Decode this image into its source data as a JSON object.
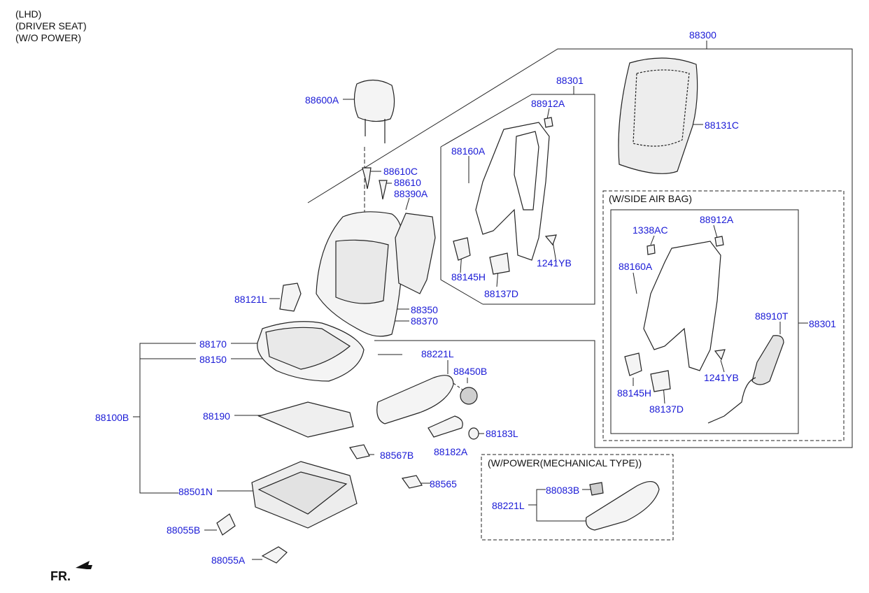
{
  "notes": {
    "lhd": "(LHD)",
    "driver_seat": "(DRIVER SEAT)",
    "wo_power": "(W/O POWER)",
    "side_airbag": "(W/SIDE AIR BAG)",
    "power_mech": "(W/POWER(MECHANICAL TYPE))",
    "fr": "FR."
  },
  "parts": {
    "p88300": "88300",
    "p88301_top": "88301",
    "p88912A_top": "88912A",
    "p88160A_top": "88160A",
    "p88145H_top": "88145H",
    "p88137D_top": "88137D",
    "p1241YB_top": "1241YB",
    "p88131C": "88131C",
    "p88600A": "88600A",
    "p88610C": "88610C",
    "p88610": "88610",
    "p88390A": "88390A",
    "p88121L": "88121L",
    "p88350": "88350",
    "p88370": "88370",
    "p88170": "88170",
    "p88150": "88150",
    "p88100B": "88100B",
    "p88190": "88190",
    "p88501N": "88501N",
    "p88055B": "88055B",
    "p88055A": "88055A",
    "p88221L": "88221L",
    "p88450B": "88450B",
    "p88183L": "88183L",
    "p88182A": "88182A",
    "p88567B": "88567B",
    "p88565": "88565",
    "p1338AC": "1338AC",
    "p88912A_sab": "88912A",
    "p88160A_sab": "88160A",
    "p88910T": "88910T",
    "p88301_sab": "88301",
    "p1241YB_sab": "1241YB",
    "p88145H_sab": "88145H",
    "p88137D_sab": "88137D",
    "p88083B": "88083B",
    "p88221L_pow": "88221L"
  },
  "colors": {
    "label": "#1a1ad6",
    "line": "#222222",
    "part_fill": "#f4f4f4"
  }
}
